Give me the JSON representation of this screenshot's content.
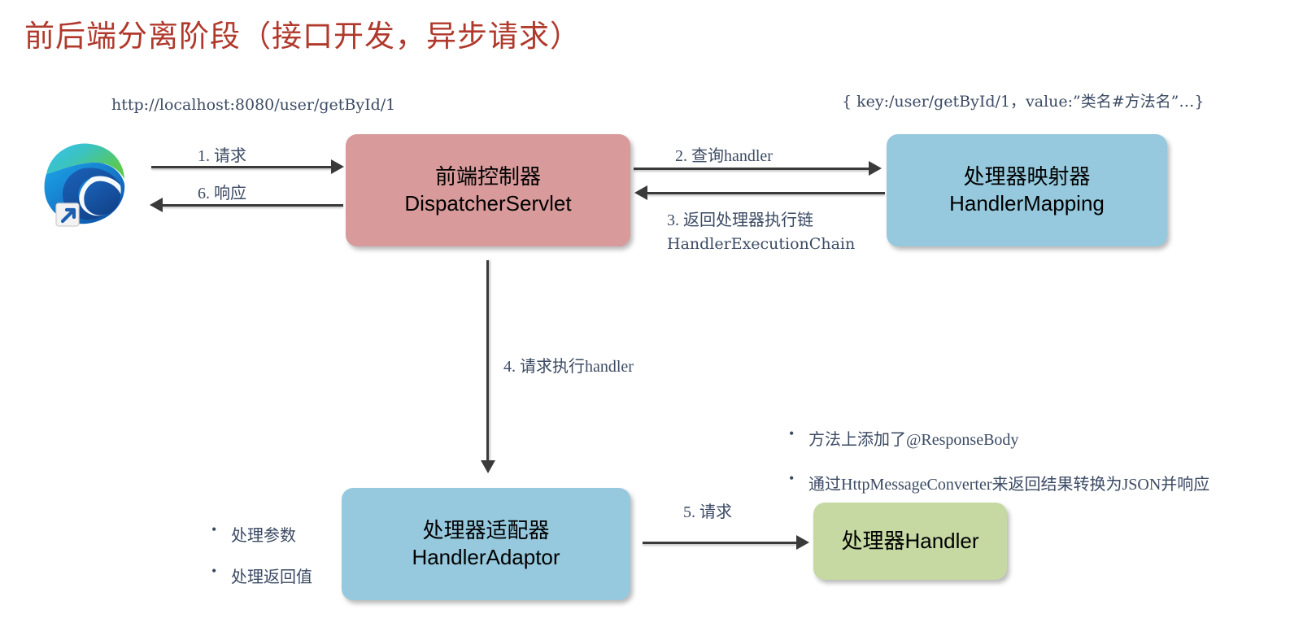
{
  "title": "前后端分离阶段（接口开发，异步请求）",
  "request_url": "http://localhost:8080/user/getById/1",
  "mapping_note": "{ key:/user/getById/1，value:”类名#方法名”…}",
  "browser": {
    "icon": "edge-browser-icon"
  },
  "nodes": {
    "dispatcher": {
      "cn": "前端控制器",
      "en": "DispatcherServlet",
      "color": "#d89a9a"
    },
    "handler_mapping": {
      "cn": "处理器映射器",
      "en": "HandlerMapping",
      "color": "#96c9dd"
    },
    "handler_adaptor": {
      "cn": "处理器适配器",
      "en": "HandlerAdaptor",
      "color": "#96c9dd"
    },
    "handler": {
      "cn": "处理器",
      "en": "Handler",
      "color": "#c6d9a3"
    }
  },
  "arrows": {
    "a1": "1. 请求",
    "a6": "6. 响应",
    "a2": "2. 查询handler",
    "a3_line1": "3. 返回处理器执行链",
    "a3_line2": "HandlerExecutionChain",
    "a4": "4. 请求执行handler",
    "a5": "5. 请求"
  },
  "bullets_left": [
    "处理参数",
    "处理返回值"
  ],
  "bullets_right": [
    "方法上添加了@ResponseBody",
    "通过HttpMessageConverter来返回结果转换为JSON并响应"
  ],
  "colors": {
    "title": "#b0392c",
    "text": "#3b4a63",
    "arrow": "#3a3a3a"
  }
}
